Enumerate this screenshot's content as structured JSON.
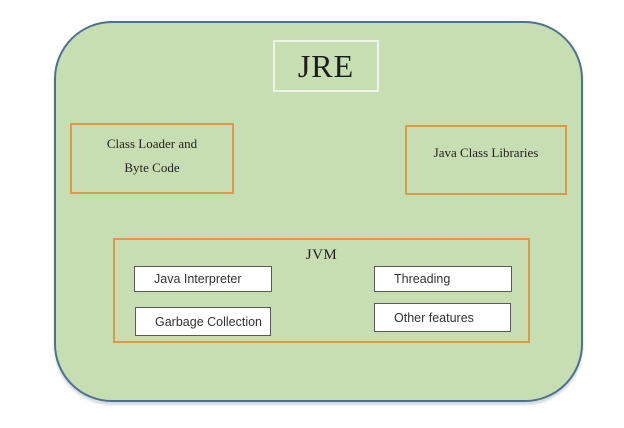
{
  "diagram": {
    "title": "JRE",
    "boxes": {
      "class_loader": {
        "line1": "Class Loader and",
        "line2": "Byte Code"
      },
      "java_class_libraries": {
        "label": "Java Class Libraries"
      },
      "jvm": {
        "label": "JVM",
        "components": [
          {
            "label": "Java Interpreter"
          },
          {
            "label": "Threading"
          },
          {
            "label": "Garbage Collection"
          },
          {
            "label": "Other features"
          }
        ]
      }
    }
  },
  "colors": {
    "container_fill": "#c6deb2",
    "container_border": "#4d7191",
    "orange_border": "#dc9a48",
    "title_box_border": "#eef4e8",
    "component_bg": "#ffffff",
    "component_border": "#5a5a5a",
    "serif_text": "#1c1c1c",
    "sans_text": "#333333",
    "canvas_bg": "#ffffff"
  }
}
